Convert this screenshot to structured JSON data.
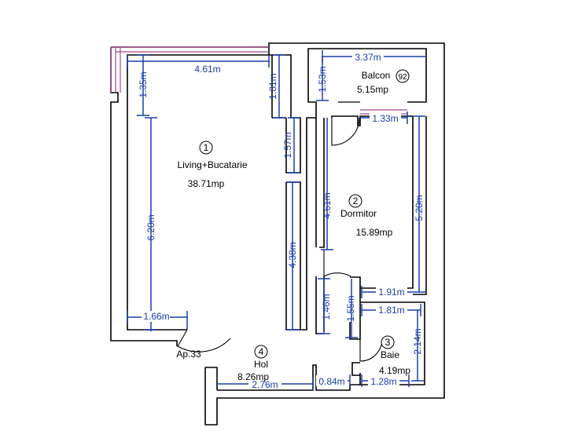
{
  "rooms": [
    {
      "num": "1",
      "name": "Living+Bucatarie",
      "area": "38.71mp"
    },
    {
      "num": "2",
      "name": "Dormitor",
      "area": "15.89mp"
    },
    {
      "num": "3",
      "name": "Baie",
      "area": "4.19mp"
    },
    {
      "num": "4",
      "name": "Hol",
      "area": "8.26mp"
    }
  ],
  "balcony": {
    "name": "Balcon",
    "area": "5.15mp",
    "badge": "92"
  },
  "apartment": "Ap.33",
  "dimensions": {
    "living_width": "4.61m",
    "living_top_left": "1.35m",
    "living_top_right": "1.81m",
    "living_right_mid": "1.57m",
    "living_left": "6.20m",
    "living_right_low": "4.38m",
    "living_bottom": "1.66m",
    "balcony_width": "3.37m",
    "balcony_height": "1.53m",
    "bed_top": "1.33m",
    "bed_left": "4.61m",
    "bed_right": "5.20m",
    "bed_bottom": "1.91m",
    "hol_vert_1": "1.46m",
    "hol_vert_2": "1.55m",
    "bath_top": "1.81m",
    "bath_right": "2.14m",
    "bath_bottom": "1.28m",
    "hol_bottom": "2.76m",
    "hol_bottom_2": "0.84m"
  },
  "colors": {
    "walls": "#000000",
    "dimensions": "#1a3fa8",
    "windows": "#a04a8f"
  }
}
